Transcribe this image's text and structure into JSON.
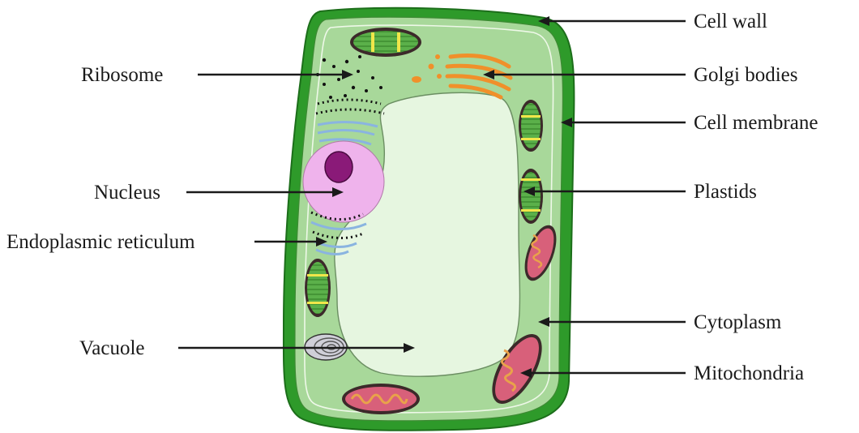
{
  "labels": {
    "cell_wall": "Cell wall",
    "golgi_bodies": "Golgi bodies",
    "cell_membrane": "Cell membrane",
    "plastids": "Plastids",
    "cytoplasm": "Cytoplasm",
    "mitochondria": "Mitochondria",
    "ribosome": "Ribosome",
    "nucleus": "Nucleus",
    "endoplasmic_reticulum": "Endoplasmic reticulum",
    "vacuole": "Vacuole"
  },
  "colors": {
    "cell_wall": "#2e9a2a",
    "cytoplasm": "#a8d89a",
    "vacuole": "#e6f6e0",
    "nucleus": "#efb3ec",
    "nucleolus": "#8a1a78",
    "golgi": "#f0902a",
    "er": "#8ab4e0",
    "plastid_green": "#4ca23c",
    "plastid_yellow": "#f0e64a",
    "mitochondria": "#d8607a",
    "mito_inner": "#e9a24a"
  }
}
